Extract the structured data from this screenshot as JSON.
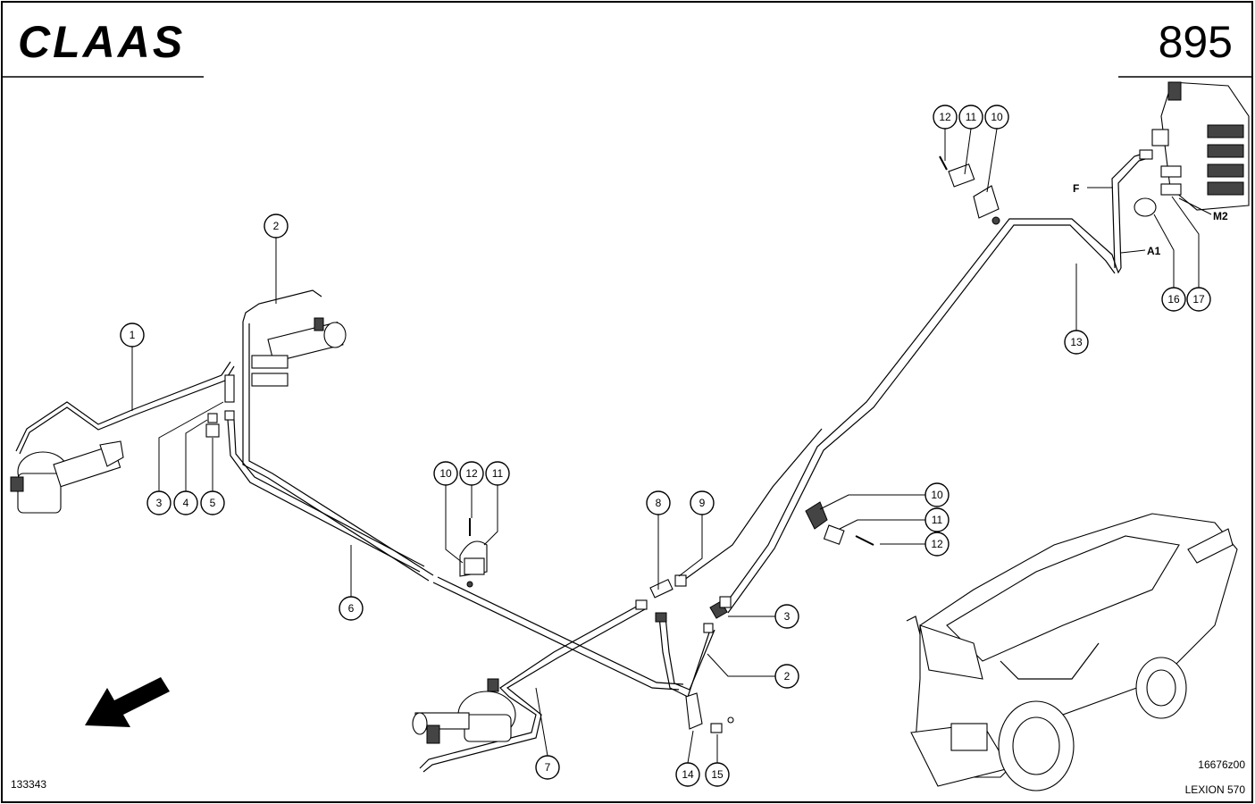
{
  "header": {
    "brand_logo_text": "CLAAS",
    "page_number": "895"
  },
  "footer": {
    "drawing_id": "133343",
    "figure_code": "16676z00",
    "model": "LEXION 570"
  },
  "callouts": [
    {
      "id": "c1",
      "label": "1"
    },
    {
      "id": "c2a",
      "label": "2"
    },
    {
      "id": "c3a",
      "label": "3"
    },
    {
      "id": "c4",
      "label": "4"
    },
    {
      "id": "c5",
      "label": "5"
    },
    {
      "id": "c6",
      "label": "6"
    },
    {
      "id": "c7",
      "label": "7"
    },
    {
      "id": "c8",
      "label": "8"
    },
    {
      "id": "c9",
      "label": "9"
    },
    {
      "id": "c10a",
      "label": "10"
    },
    {
      "id": "c12a",
      "label": "12"
    },
    {
      "id": "c11a",
      "label": "11"
    },
    {
      "id": "c3b",
      "label": "3"
    },
    {
      "id": "c2b",
      "label": "2"
    },
    {
      "id": "c14",
      "label": "14"
    },
    {
      "id": "c15",
      "label": "15"
    },
    {
      "id": "c10b",
      "label": "10"
    },
    {
      "id": "c11b",
      "label": "11"
    },
    {
      "id": "c12b",
      "label": "12"
    },
    {
      "id": "c12c",
      "label": "12"
    },
    {
      "id": "c11c",
      "label": "11"
    },
    {
      "id": "c10c",
      "label": "10"
    },
    {
      "id": "c13",
      "label": "13"
    },
    {
      "id": "c16",
      "label": "16"
    },
    {
      "id": "c17",
      "label": "17"
    }
  ],
  "port_labels": {
    "f": "F",
    "a1": "A1",
    "m2": "M2"
  }
}
